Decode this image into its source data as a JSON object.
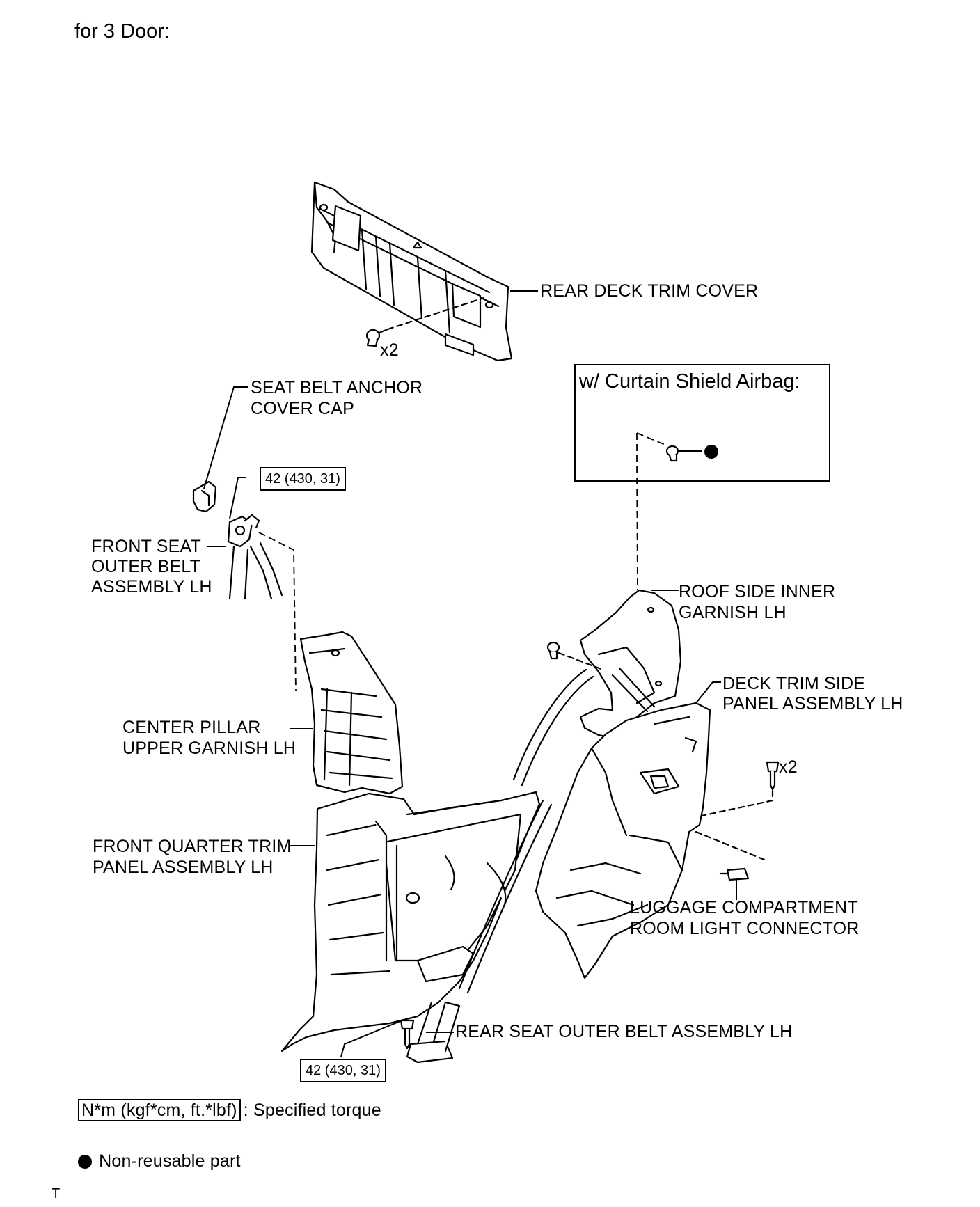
{
  "page": {
    "title": "for 3 Door:",
    "footer_mark": "T"
  },
  "labels": {
    "rear_deck_trim_cover": "REAR DECK TRIM COVER",
    "rear_deck_qty": "x2",
    "seat_belt_anchor_cap_l1": "SEAT BELT ANCHOR",
    "seat_belt_anchor_cap_l2": "COVER CAP",
    "front_seat_belt_l1": "FRONT SEAT",
    "front_seat_belt_l2": "OUTER BELT",
    "front_seat_belt_l3": "ASSEMBLY LH",
    "roof_side_l1": "ROOF SIDE INNER",
    "roof_side_l2": "GARNISH LH",
    "deck_trim_side_l1": "DECK TRIM SIDE",
    "deck_trim_side_l2": "PANEL ASSEMBLY LH",
    "deck_trim_qty": "x2",
    "center_pillar_l1": "CENTER PILLAR",
    "center_pillar_l2": "UPPER GARNISH LH",
    "front_quarter_l1": "FRONT QUARTER TRIM",
    "front_quarter_l2": "PANEL ASSEMBLY LH",
    "luggage_l1": "LUGGAGE COMPARTMENT",
    "luggage_l2": "ROOM LIGHT CONNECTOR",
    "rear_seat_belt": "REAR SEAT OUTER BELT ASSEMBLY LH"
  },
  "inset": {
    "title": "w/ Curtain Shield Airbag:"
  },
  "torques": {
    "front_belt": "42 (430, 31)",
    "rear_belt": "42 (430, 31)"
  },
  "legend": {
    "torque_unit": "N*m (kgf*cm, ft.*lbf)",
    "torque_text": ": Specified torque",
    "nonreusable_text": "Non-reusable part"
  }
}
